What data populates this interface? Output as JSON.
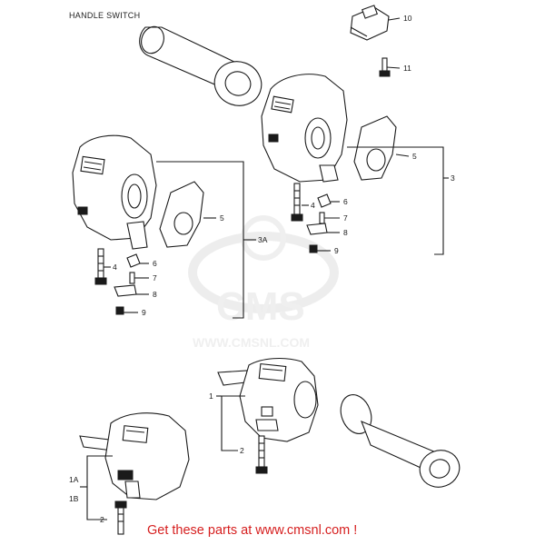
{
  "title": "HANDLE SWITCH",
  "footer": "Get these parts at www.cmsnl.com !",
  "watermark": {
    "brand": "CMS",
    "url": "WWW.CMSNL.COM"
  },
  "callouts": {
    "c10": "10",
    "c11": "11",
    "c5r": "5",
    "c3": "3",
    "c4r": "4",
    "c6r": "6",
    "c7r": "7",
    "c8r": "8",
    "c9r": "9",
    "c5l": "5",
    "c3a": "3A",
    "c4l": "4",
    "c6l": "6",
    "c7l": "7",
    "c8l": "8",
    "c9l": "9",
    "c1": "1",
    "c2a": "2",
    "c1a": "1A",
    "c1b": "1B",
    "c2b": "2"
  },
  "colors": {
    "footer": "#d62020",
    "line": "#1a1a1a",
    "watermark": "#e3e3e3"
  }
}
